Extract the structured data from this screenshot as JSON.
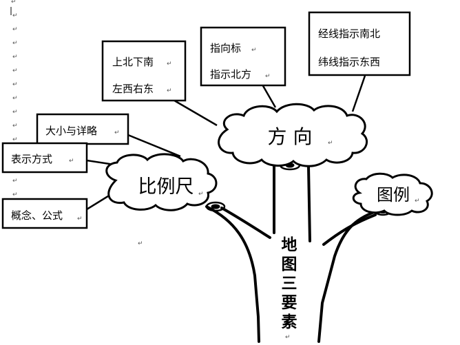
{
  "trunk": {
    "label": [
      "地",
      "图",
      "三",
      "要",
      "素"
    ]
  },
  "clouds": {
    "direction": "方 向",
    "scale": "比例尺",
    "legend": "图例"
  },
  "boxes": {
    "direction_a": {
      "line1": "上北下南",
      "line2": "左西右东"
    },
    "direction_b": {
      "line1": "指向标",
      "line2": "指示北方"
    },
    "direction_c": {
      "line1": "经线指示南北",
      "line2": "纬线指示东西"
    },
    "scale_a": {
      "line1": "大小与详略"
    },
    "scale_b": {
      "line1": "表示方式"
    },
    "scale_c": {
      "line1": "概念、公式"
    }
  },
  "paragraph_mark": "↵",
  "colors": {
    "ink": "#000000",
    "mark": "#555555"
  }
}
